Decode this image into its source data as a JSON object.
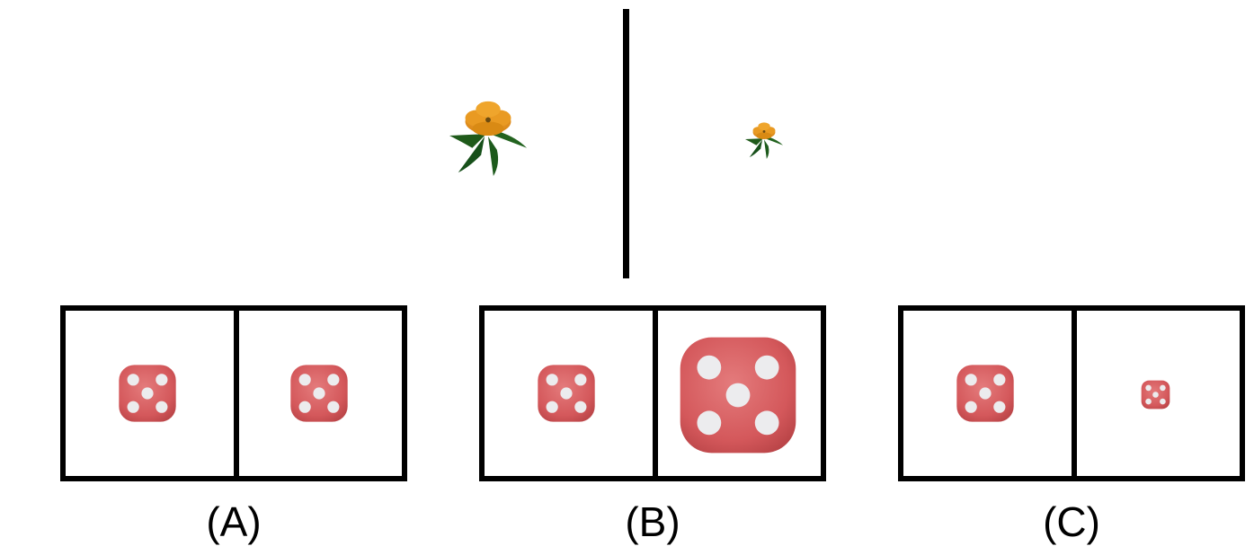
{
  "options": [
    {
      "id": "A",
      "label": "(A)",
      "left_die_scale": "same",
      "right_die_scale": "same"
    },
    {
      "id": "B",
      "label": "(B)",
      "left_die_scale": "same",
      "right_die_scale": "larger"
    },
    {
      "id": "C",
      "label": "(C)",
      "left_die_scale": "same",
      "right_die_scale": "smaller"
    }
  ],
  "icons": {
    "example_object": "flower-icon",
    "option_object": "die-five-icon"
  },
  "colors": {
    "die_face": "#d9575a",
    "die_pip": "#e8e8ea",
    "flower_petal": "#e59a1c",
    "flower_leaf": "#1f5a1a",
    "frame": "#000000"
  }
}
